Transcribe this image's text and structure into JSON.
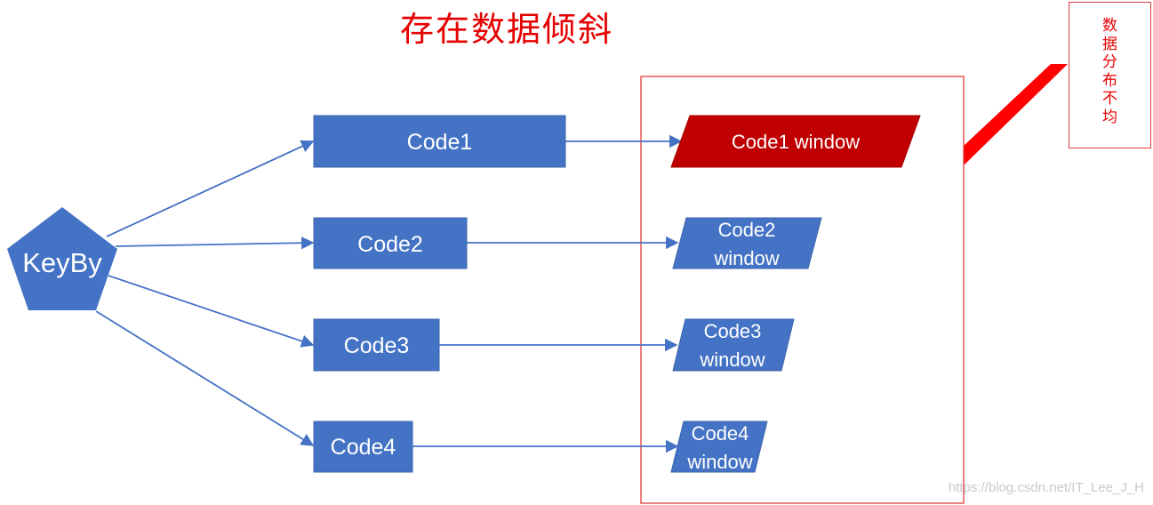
{
  "title": "存在数据倾斜",
  "source": {
    "label": "KeyBy",
    "color": "#4472c4"
  },
  "codes": [
    {
      "label": "Code1",
      "window_lines": [
        "Code1 window"
      ],
      "skewed": true
    },
    {
      "label": "Code2",
      "window_lines": [
        "Code2",
        "window"
      ],
      "skewed": false
    },
    {
      "label": "Code3",
      "window_lines": [
        "Code3",
        "window"
      ],
      "skewed": false
    },
    {
      "label": "Code4",
      "window_lines": [
        "Code4",
        "window"
      ],
      "skewed": false
    }
  ],
  "callout": {
    "text": "数据分布不均"
  },
  "watermark": "https://blog.csdn.net/IT_Lee_J_H",
  "colors": {
    "blue": "#4472c4",
    "red": "#c00000",
    "callout_red": "#ff0000",
    "title_red": "#e60000"
  }
}
